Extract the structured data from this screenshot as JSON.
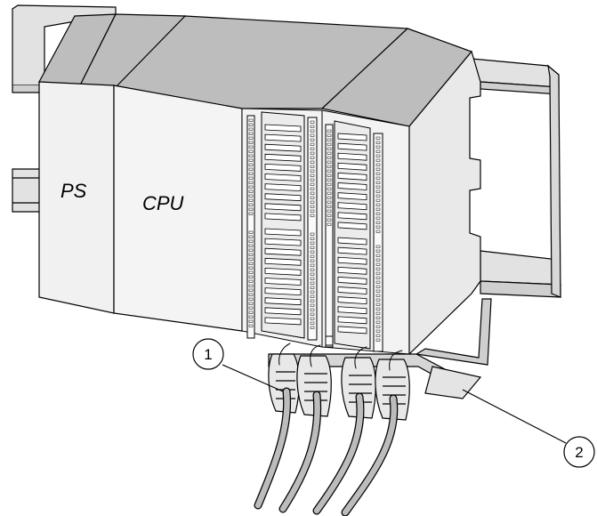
{
  "modules": {
    "ps_label": "PS",
    "cpu_label": "CPU"
  },
  "callouts": [
    {
      "number": "1"
    },
    {
      "number": "2"
    }
  ],
  "colors": {
    "module_face": "#f1f1f1",
    "module_top": "#bdbdbd",
    "rail": "#e2e2e2",
    "cable": "#bcbcbc",
    "outline": "#000000"
  }
}
